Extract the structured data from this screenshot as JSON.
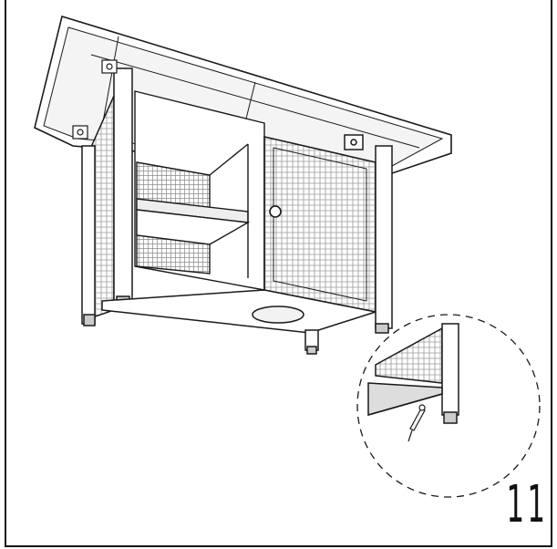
{
  "diagram": {
    "step_number": "11",
    "subject": "cabinet-assembly-underside",
    "detail": "screw-into-foot-detail"
  },
  "colors": {
    "line": "#1a1a1a",
    "fill": "#ffffff",
    "shade": "#d9d9d9",
    "weave": "#8a8a8a"
  }
}
